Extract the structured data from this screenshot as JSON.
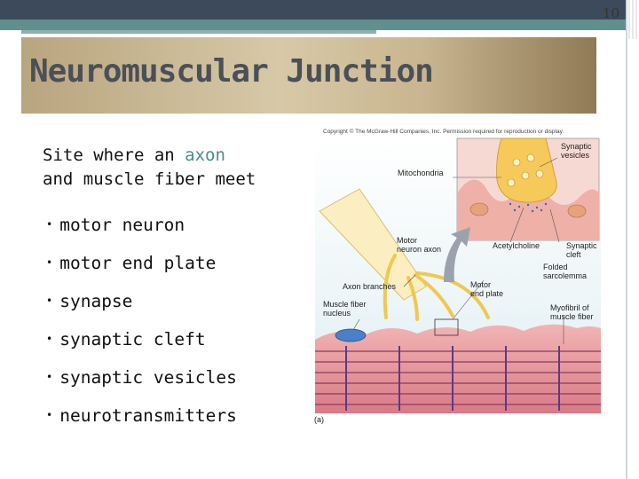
{
  "slide": {
    "page_number": "10",
    "title": "Neuromuscular Junction"
  },
  "intro": {
    "line1_pre": "Site where an ",
    "line1_accent": "axon",
    "line2": "and muscle fiber meet"
  },
  "bullets": [
    "motor neuron",
    "motor end plate",
    "synapse",
    "synaptic cleft",
    "synaptic vesicles",
    "neurotransmitters"
  ],
  "figure": {
    "copyright": "Copyright © The McGraw-Hill Companies, Inc. Permission required for reproduction or display.",
    "panel_label": "(a)",
    "labels": {
      "synaptic_vesicles": [
        "Synaptic",
        "vesicles"
      ],
      "mitochondria": "Mitochondria",
      "motor_neuron_axon": [
        "Motor",
        "neuron axon"
      ],
      "acetylcholine": "Acetylcholine",
      "synaptic_cleft": [
        "Synaptic",
        "cleft"
      ],
      "folded_sarcolemma": [
        "Folded",
        "sarcolemma"
      ],
      "axon_branches": "Axon branches",
      "motor_end_plate": [
        "Motor",
        "end plate"
      ],
      "muscle_fiber_nucleus": [
        "Muscle fiber",
        "nucleus"
      ],
      "myofibril": [
        "Myofibril of",
        "muscle fiber"
      ]
    }
  },
  "colors": {
    "top_bar": "#3d4a5c",
    "teal_bar": "#5f8f8f",
    "accent_text": "#4d8c8c",
    "title_text": "#4a5058"
  }
}
